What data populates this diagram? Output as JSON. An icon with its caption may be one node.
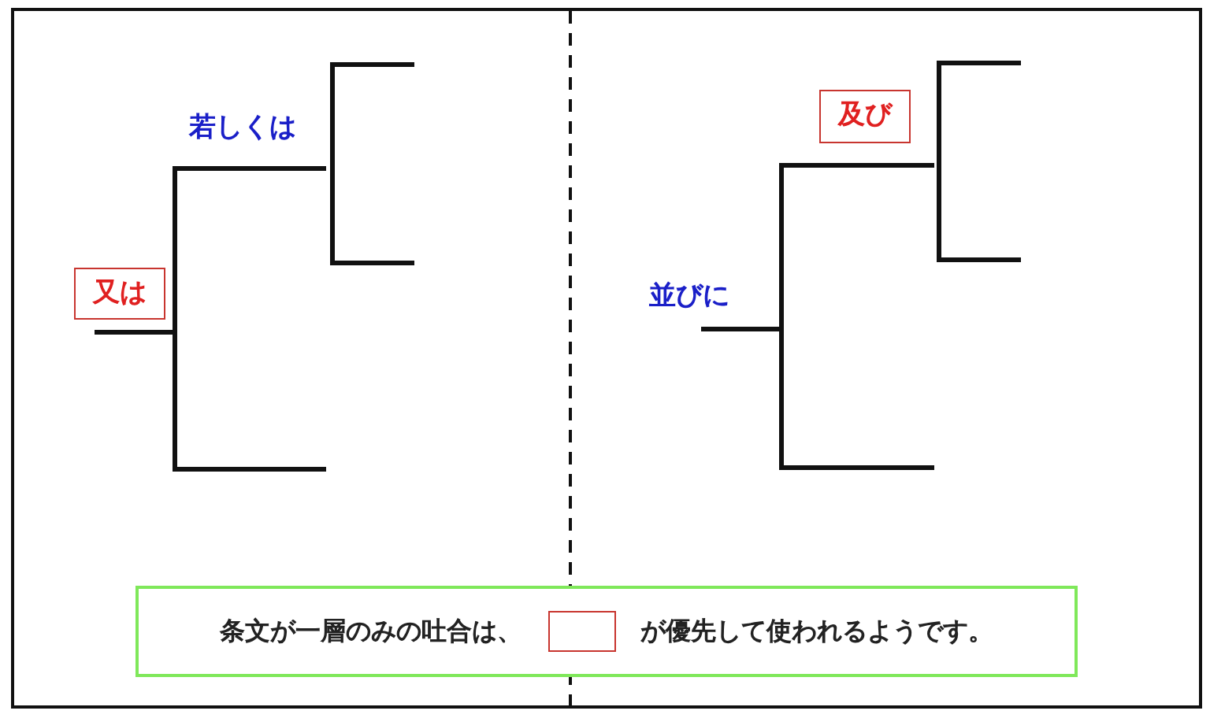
{
  "diagram": {
    "nodes": [
      {
        "text": [
          "又は"
        ]
      },
      {
        "text": [
          "及び"
        ]
      },
      {
        "text": [
          "条文が一層のみの吐合は、",
          "が優先して使われるようです。"
        ]
      },
      {
        "text": [],
        "shape": "box",
        "in": 2
      }
    ],
    "edges": [],
    "labels": [
      "若しくは",
      "並びに"
    ]
  }
}
